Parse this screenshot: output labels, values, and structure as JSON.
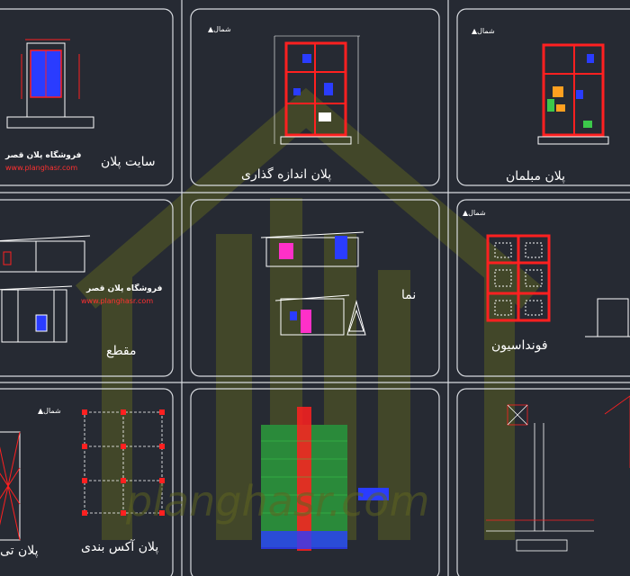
{
  "panels": {
    "site": "سایت پلان",
    "dimension": "پلان اندازه گذاری",
    "furniture": "پلان مبلمان",
    "section": "مقطع",
    "facade": "نما",
    "foundation": "فونداسیون",
    "roof": "پلان تی",
    "rebar": "پلان آکس بندی"
  },
  "watermark": {
    "shop": "فروشگاه پلان قصر",
    "url": "www.planghasr.com",
    "big": "planghasr.com"
  },
  "north_label": "شمال",
  "colors": {
    "background": "#262a33",
    "frame": "#d8dbe0",
    "wall": "#ff2020",
    "blue": "#2a3cff",
    "green": "#3cc84a",
    "magenta": "#ff30c8",
    "olive_watermark": "#6b7320"
  }
}
